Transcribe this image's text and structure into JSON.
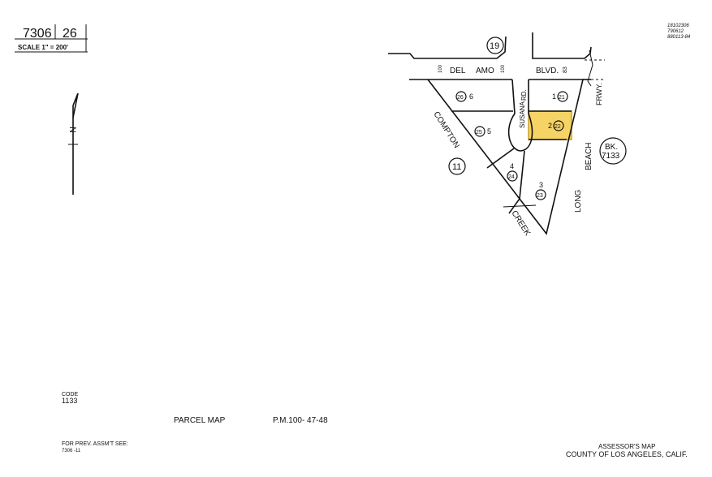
{
  "title_block": {
    "book": "7306",
    "page": "26",
    "scale": "SCALE 1\" = 200'"
  },
  "corner_note": [
    "18102306",
    "790612",
    "880113-84"
  ],
  "streets": {
    "del": "DEL",
    "amo": "AMO",
    "blvd": "BLVD.",
    "compton": "COMPTON",
    "creek": "CREEK",
    "long": "LONG",
    "beach": "BEACH",
    "frwy": "FRWY.",
    "susana": "SUSANA",
    "rd": "RD."
  },
  "street_widths": {
    "w1": "100",
    "w2": "100",
    "w3": "83"
  },
  "circled": {
    "c19": "19",
    "c11": "11",
    "bk": "BK.",
    "bk_num": "7133"
  },
  "parcels": [
    {
      "lot": "1",
      "parcel": "21",
      "highlighted": false
    },
    {
      "lot": "2",
      "parcel": "22",
      "highlighted": true
    },
    {
      "lot": "3",
      "parcel": "23",
      "highlighted": false
    },
    {
      "lot": "4",
      "parcel": "24",
      "highlighted": false
    },
    {
      "lot": "5",
      "parcel": "25",
      "highlighted": false
    },
    {
      "lot": "6",
      "parcel": "26",
      "highlighted": false
    }
  ],
  "highlight_color": "#f6d365",
  "north_label": "N",
  "code": {
    "label": "CODE",
    "value": "1133"
  },
  "parcel_map": {
    "label": "PARCEL MAP",
    "ref": "P.M.100- 47-48"
  },
  "prev": {
    "label": "FOR PREV. ASSM'T SEE:",
    "ref": "7306 -11"
  },
  "footer": {
    "line1": "ASSESSOR'S MAP",
    "line2": "COUNTY OF LOS ANGELES, CALIF."
  }
}
